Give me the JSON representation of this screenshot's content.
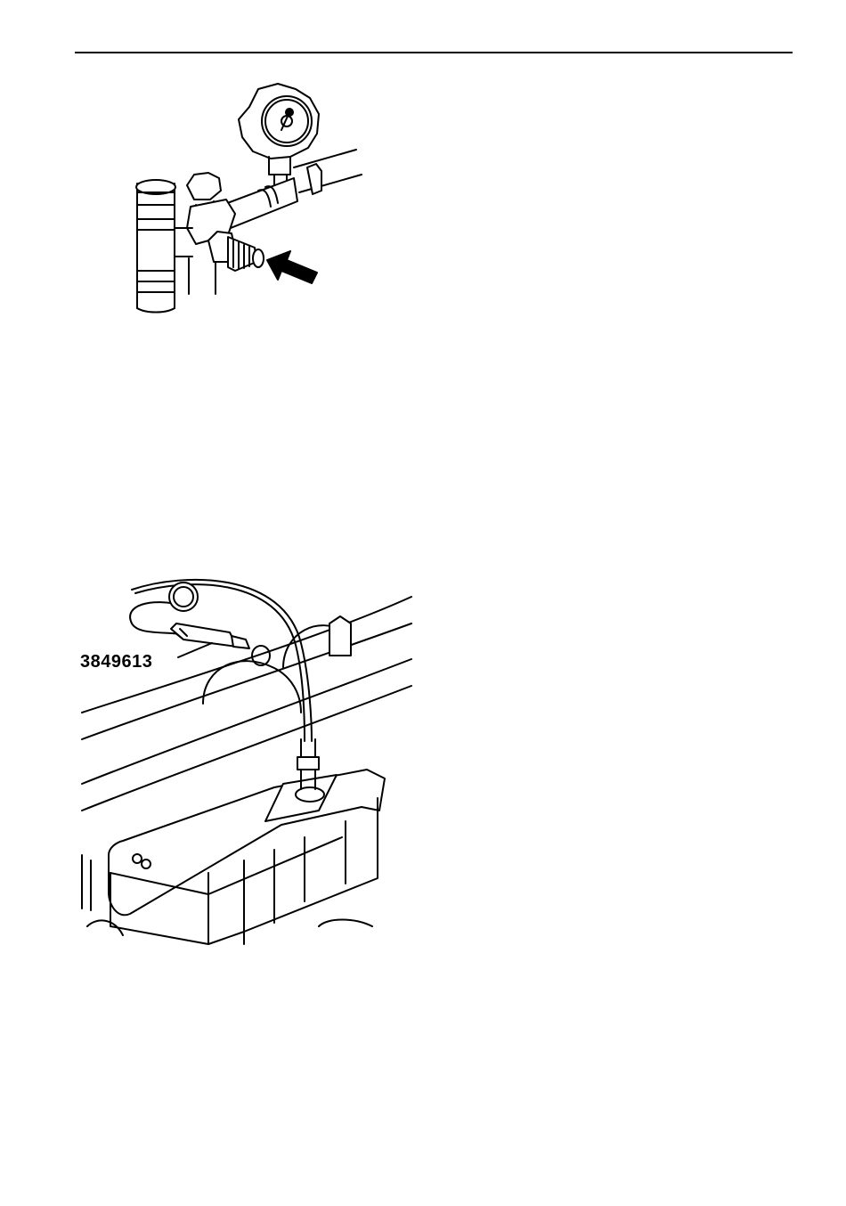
{
  "figures": [
    {
      "id": "pressure-tester-valve",
      "icons": [
        "pressure-gauge-icon",
        "tee-fitting-icon",
        "pointer-arrow-icon"
      ]
    },
    {
      "id": "expansion-tank-test",
      "part_number": "3849613",
      "icons": [
        "pressure-tester-icon",
        "expansion-tank-icon"
      ]
    }
  ]
}
